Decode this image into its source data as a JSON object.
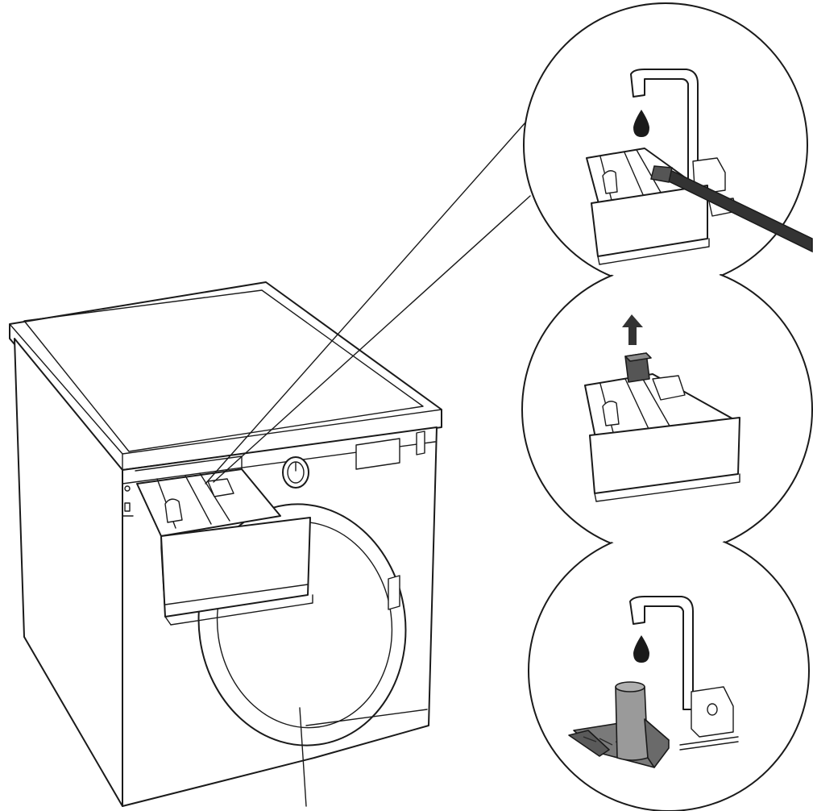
{
  "figure": {
    "kind": "instruction-illustration",
    "colors": {
      "line": "#1a1a1a",
      "background": "#ffffff",
      "part_fill": "#8c8c8c",
      "part_dark": "#4a4a4a",
      "water": "#1a1a1a"
    },
    "steps": [
      {
        "icon": "faucet-icon",
        "action": "rinse-drawer"
      },
      {
        "icon": "arrow-up-icon",
        "action": "lift-siphon"
      },
      {
        "icon": "faucet-icon",
        "action": "rinse-siphon"
      }
    ]
  }
}
